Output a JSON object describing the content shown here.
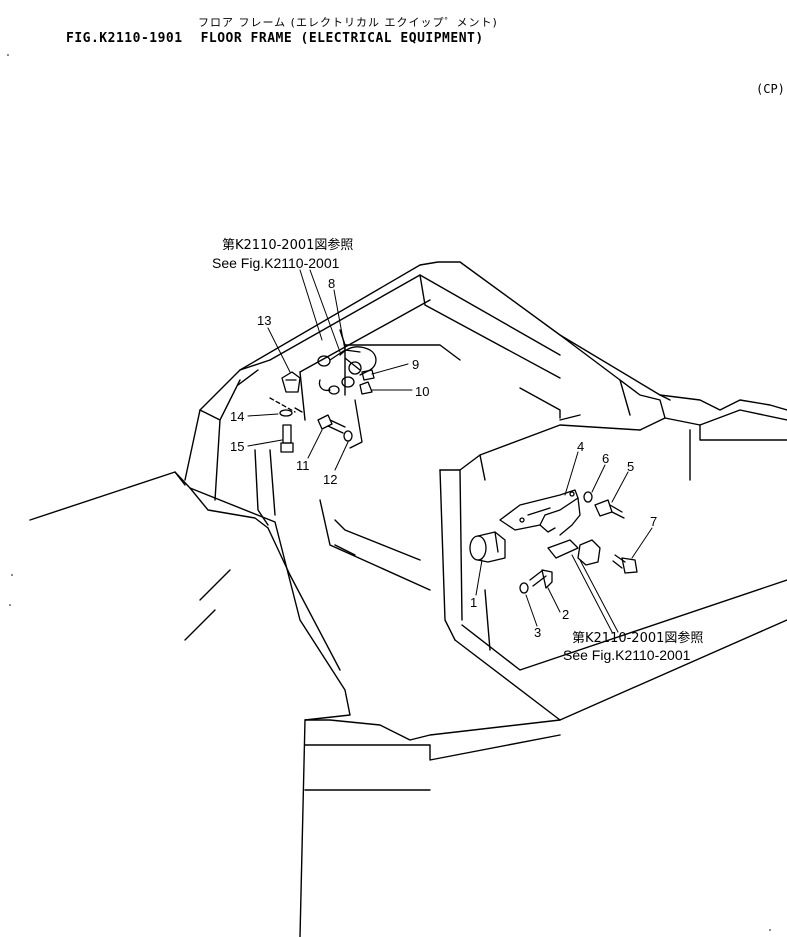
{
  "header": {
    "title_jp": "フロア フレーム (エレクトリカル エクイップ゜メント)",
    "fig_no": "FIG.K2110-1901",
    "title_en": "FLOOR FRAME (ELECTRICAL EQUIPMENT)",
    "variant": "(CP)"
  },
  "references": [
    {
      "jp": "第K2110-2001図参照",
      "en": "See Fig.K2110-2001"
    },
    {
      "jp": "第K2110-2001図参照",
      "en": "See Fig.K2110-2001"
    }
  ],
  "callouts": [
    "1",
    "2",
    "3",
    "4",
    "5",
    "6",
    "7",
    "8",
    "9",
    "10",
    "11",
    "12",
    "13",
    "14",
    "15"
  ]
}
